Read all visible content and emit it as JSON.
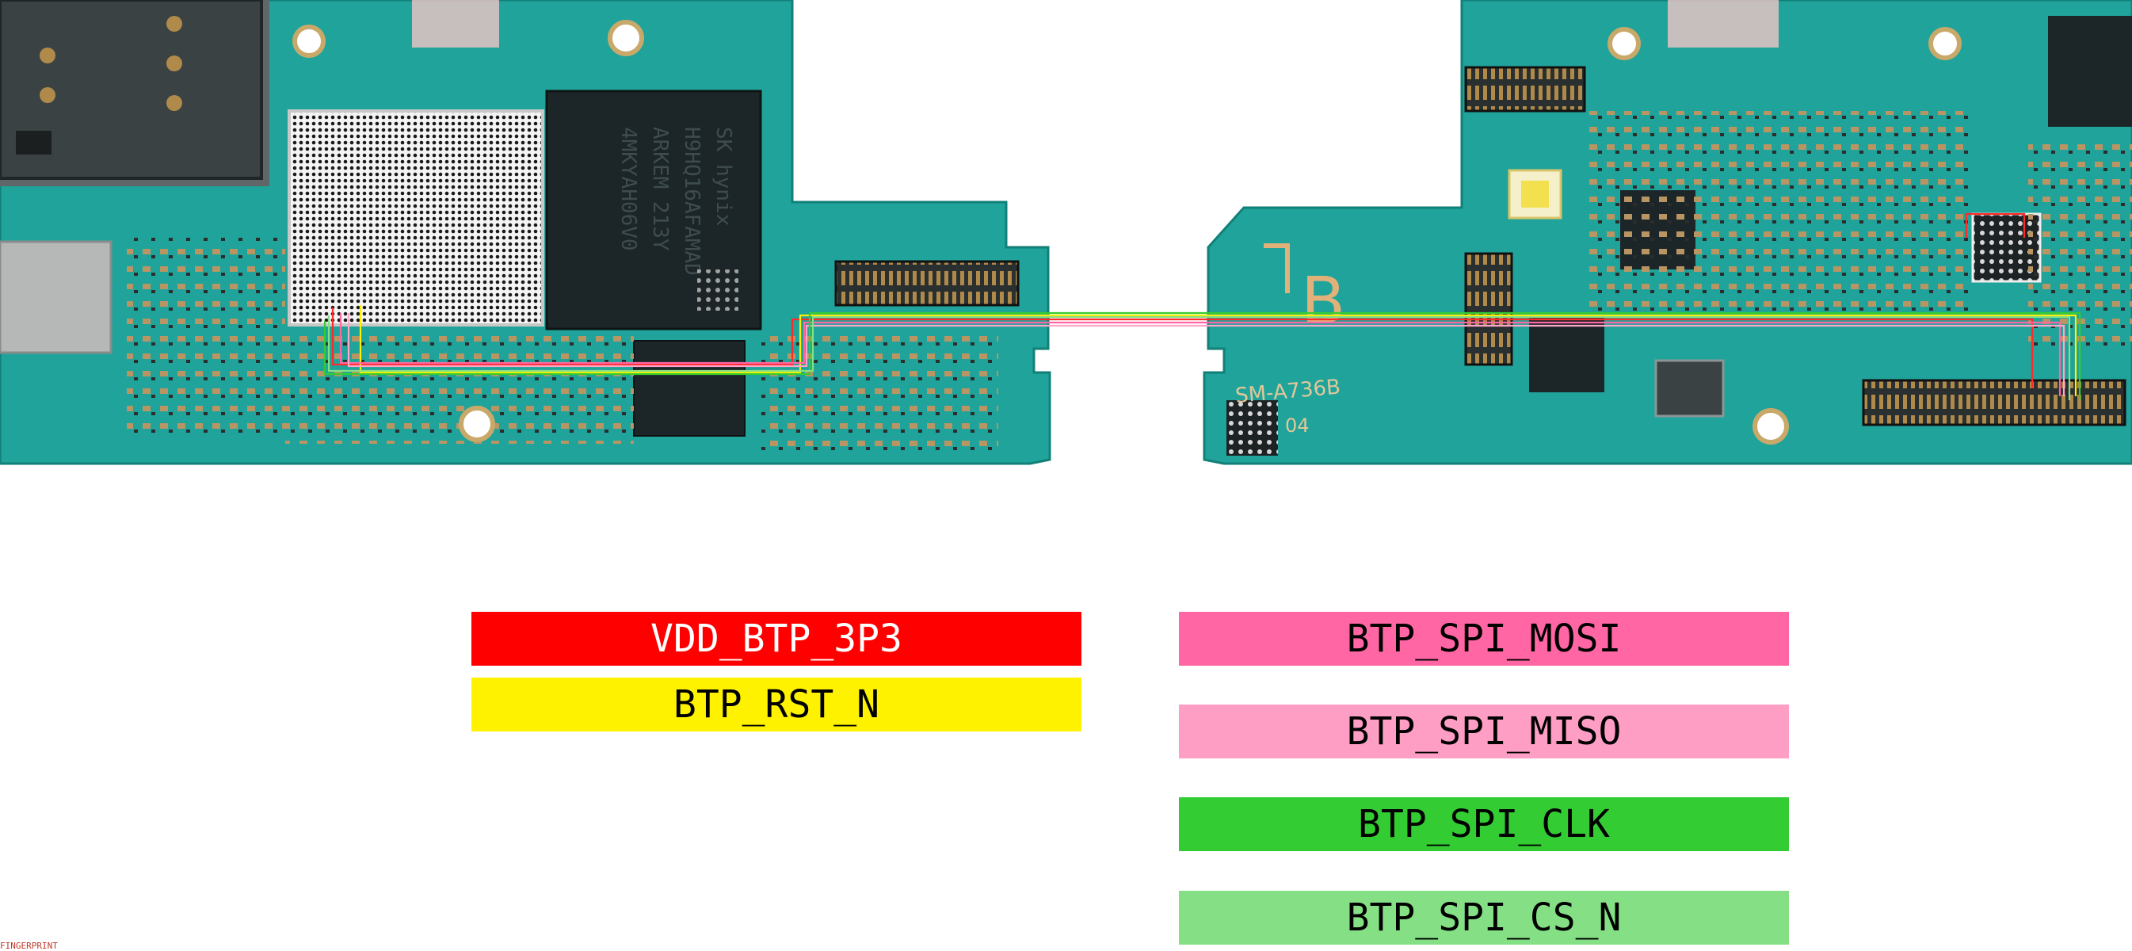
{
  "board": {
    "chip_left_text": [
      "SK hynix",
      "H9HQ16AFAMAD",
      "ARKEM 213Y",
      "4MKYAH06V0"
    ],
    "board_label": "SM-A736B",
    "board_rev": "04",
    "side_mark": "B"
  },
  "legend": [
    {
      "id": "vdd",
      "label": "VDD_BTP_3P3",
      "bg": "#ff0000",
      "color": "#ffffff"
    },
    {
      "id": "rst",
      "label": "BTP_RST_N",
      "bg": "#fff200",
      "color": "#000000"
    },
    {
      "id": "mosi",
      "label": "BTP_SPI_MOSI",
      "bg": "#ff66a3",
      "color": "#000000"
    },
    {
      "id": "miso",
      "label": "BTP_SPI_MISO",
      "bg": "#ff9ec4",
      "color": "#000000"
    },
    {
      "id": "clk",
      "label": "BTP_SPI_CLK",
      "bg": "#33cc33",
      "color": "#000000"
    },
    {
      "id": "csn",
      "label": "BTP_SPI_CS_N",
      "bg": "#85e085",
      "color": "#000000"
    }
  ],
  "corner_label": "FINGERPRINT",
  "colors": {
    "pcb": "#1fa39a",
    "pcb_dark": "#16857e",
    "chip": "#1c2628",
    "shield": "#e9e9e9"
  }
}
